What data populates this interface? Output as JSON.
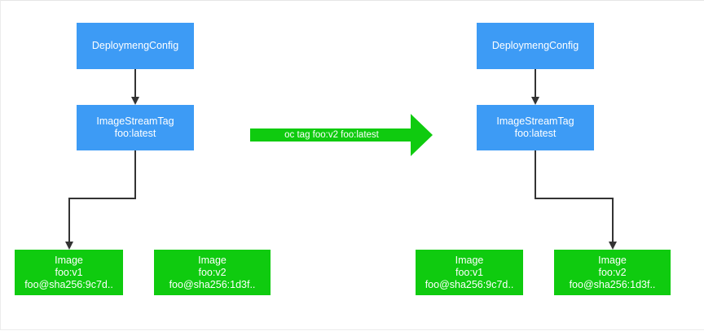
{
  "left": {
    "deployment_config": "DeploymengConfig",
    "image_stream_tag": {
      "line1": "ImageStreamTag",
      "line2": "foo:latest"
    },
    "images": [
      {
        "line1": "Image",
        "line2": "foo:v1",
        "line3": "foo@sha256:9c7d.."
      },
      {
        "line1": "Image",
        "line2": "foo:v2",
        "line3": "foo@sha256:1d3f.."
      }
    ]
  },
  "arrow": {
    "label": "oc tag foo:v2 foo:latest",
    "color": "#0fcb0f"
  },
  "right": {
    "deployment_config": "DeploymengConfig",
    "image_stream_tag": {
      "line1": "ImageStreamTag",
      "line2": "foo:latest"
    },
    "images": [
      {
        "line1": "Image",
        "line2": "foo:v1",
        "line3": "foo@sha256:9c7d.."
      },
      {
        "line1": "Image",
        "line2": "foo:v2",
        "line3": "foo@sha256:1d3f.."
      }
    ]
  },
  "colors": {
    "blue_node": "#3d9bf5",
    "green_node": "#0fcb0f",
    "connector": "#333333"
  }
}
